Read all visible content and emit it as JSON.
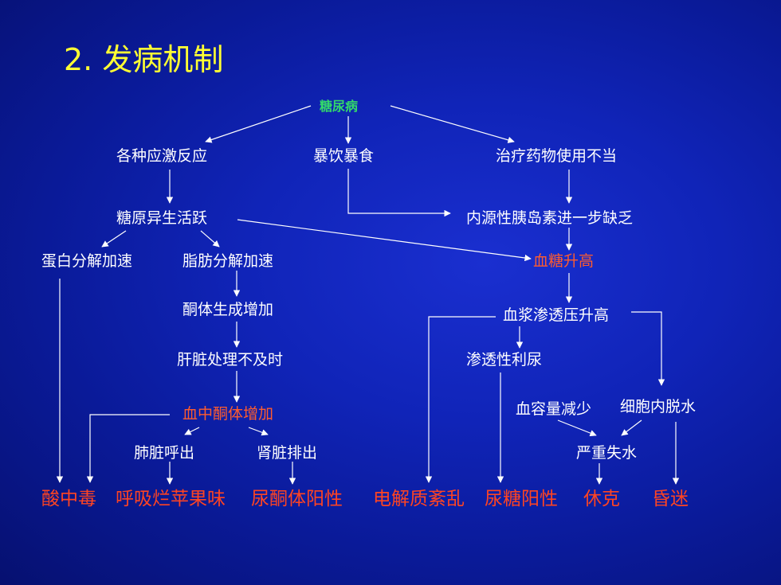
{
  "title": "2. 发病机制",
  "nodes": {
    "root": "糖尿病",
    "stress": "各种应激反应",
    "binge": "暴饮暴食",
    "drug": "治疗药物使用不当",
    "gluconeo": "糖原异生活跃",
    "insulin": "内源性胰岛素进一步缺乏",
    "protein": "蛋白分解加速",
    "fat": "脂肪分解加速",
    "hyperglycemia": "血糖升高",
    "ketone_up": "酮体生成增加",
    "osmotic": "血浆渗透压升高",
    "liver": "肝脏处理不及时",
    "diuresis": "渗透性利尿",
    "blood_ketone": "血中酮体增加",
    "volume": "血容量减少",
    "cell_dehyd": "细胞内脱水",
    "lung": "肺脏呼出",
    "kidney": "肾脏排出",
    "severe_dehyd": "严重失水"
  },
  "outcomes": {
    "acidosis": "酸中毒",
    "breath": "呼吸烂苹果味",
    "urine_ketone": "尿酮体阳性",
    "electrolyte": "电解质紊乱",
    "glycosuria": "尿糖阳性",
    "shock": "休克",
    "coma": "昏迷"
  }
}
